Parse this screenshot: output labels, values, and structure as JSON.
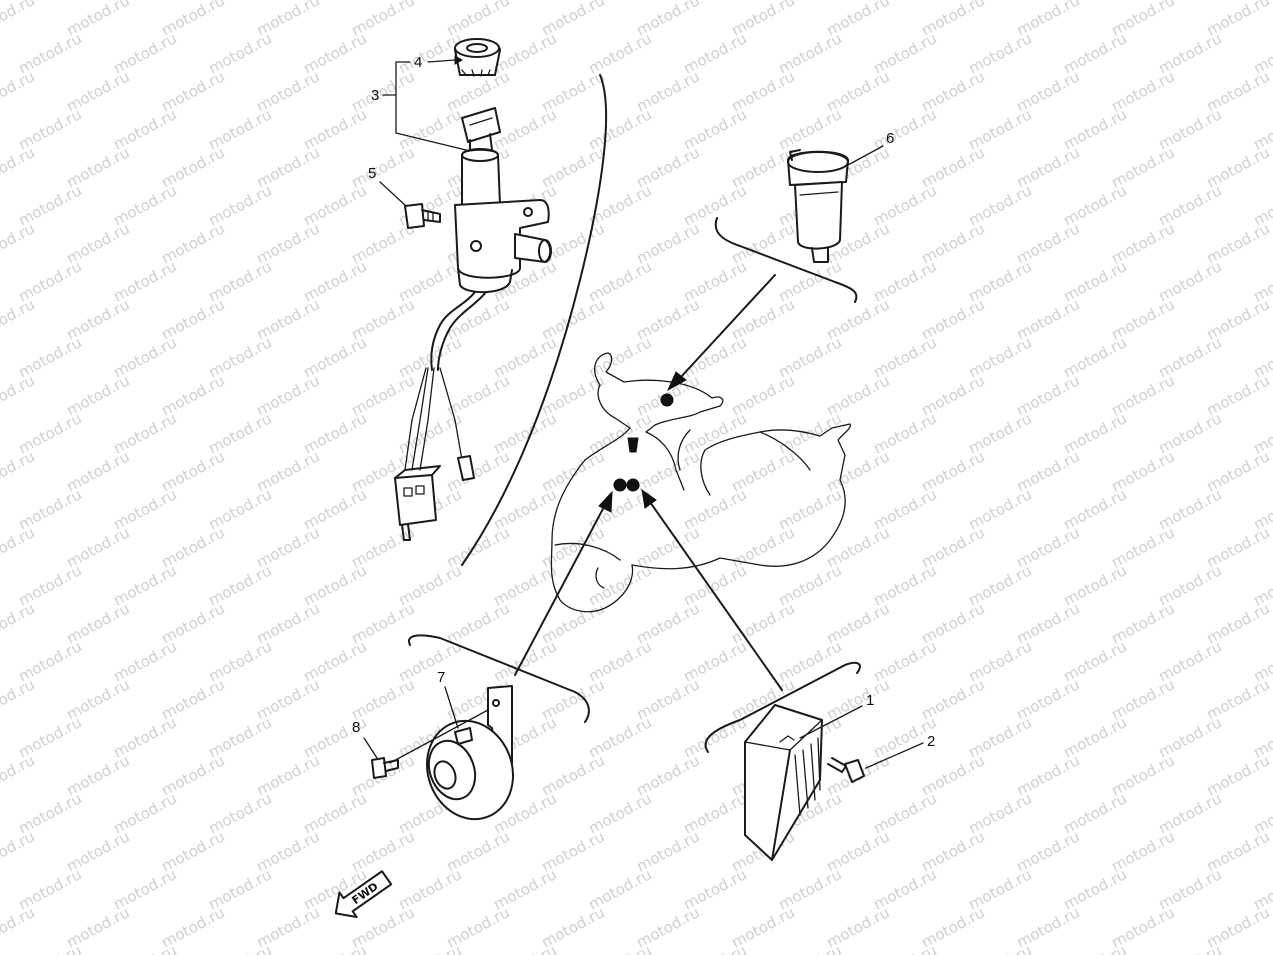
{
  "watermark": "motod.ru",
  "callouts": {
    "n1": "1",
    "n2": "2",
    "n3": "3",
    "n4": "4",
    "n5": "5",
    "n6": "6",
    "n7": "7",
    "n8": "8"
  },
  "direction_indicator": "FWD"
}
